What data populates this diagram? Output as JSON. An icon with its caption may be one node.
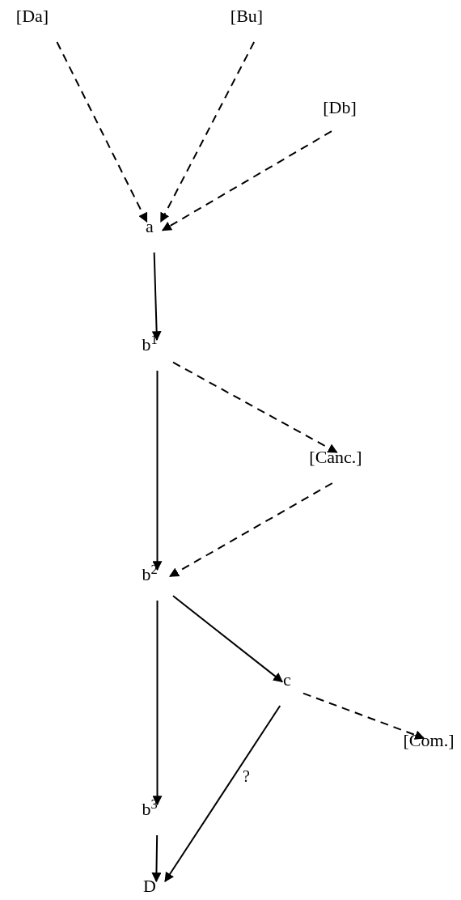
{
  "diagram": {
    "nodes": [
      {
        "text": [
          "[Da]"
        ]
      },
      {
        "text": [
          "[Bu]"
        ]
      },
      {
        "text": [
          "[Db]"
        ]
      },
      {
        "text": [
          "a"
        ]
      },
      {
        "text": [
          "b$^{1}$"
        ]
      },
      {
        "text": [
          "[Canc.]"
        ]
      },
      {
        "text": [
          "b$^{2}$"
        ]
      },
      {
        "text": [
          "c"
        ]
      },
      {
        "text": [
          "[Com.]"
        ]
      },
      {
        "text": [
          "b$^{3}$"
        ]
      },
      {
        "text": [
          "D"
        ]
      }
    ],
    "edges": [
      {
        "from": 0,
        "to": 3,
        "arrow": "to",
        "style": "dashed"
      },
      {
        "from": 1,
        "to": 3,
        "arrow": "to",
        "style": "dashed"
      },
      {
        "from": 2,
        "to": 3,
        "arrow": "to",
        "style": "dashed"
      },
      {
        "from": 3,
        "to": 4,
        "arrow": "to"
      },
      {
        "from": 4,
        "to": 5,
        "arrow": "to",
        "style": "dashed"
      },
      {
        "from": 4,
        "to": 6,
        "arrow": "to"
      },
      {
        "from": 5,
        "to": 6,
        "arrow": "to",
        "style": "dashed"
      },
      {
        "from": 6,
        "to": 9,
        "arrow": "to"
      },
      {
        "from": 6,
        "to": 7,
        "arrow": "to"
      },
      {
        "from": 7,
        "to": 8,
        "arrow": "to",
        "style": "dashed"
      },
      {
        "from": 7,
        "to": 10,
        "arrow": "to",
        "label": "?"
      },
      {
        "from": 9,
        "to": 10,
        "arrow": "to"
      }
    ]
  }
}
